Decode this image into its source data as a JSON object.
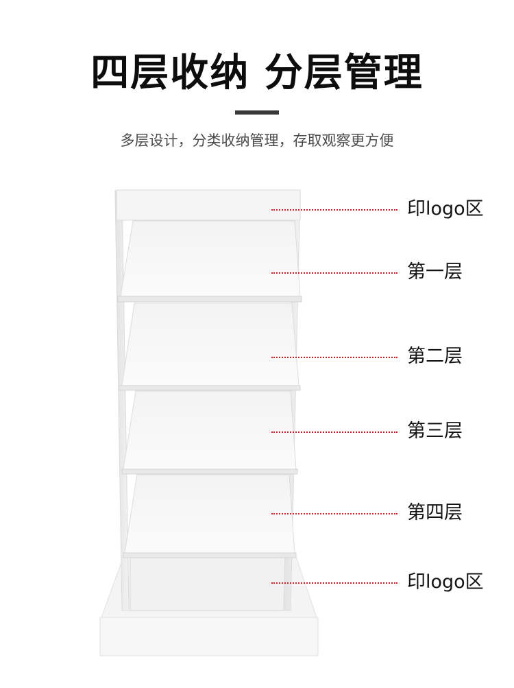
{
  "header": {
    "title": "四层收纳 分层管理",
    "subtitle": "多层设计，分类收纳管理，存取观察更方便"
  },
  "callouts": [
    {
      "label": "印logo区"
    },
    {
      "label": "第一层"
    },
    {
      "label": "第二层"
    },
    {
      "label": "第三层"
    },
    {
      "label": "第四层"
    },
    {
      "label": "印logo区"
    }
  ],
  "colors": {
    "callout_line": "#cc1f1f",
    "divider": "#3a3a3a",
    "rack_white": "#f6f6f6"
  }
}
